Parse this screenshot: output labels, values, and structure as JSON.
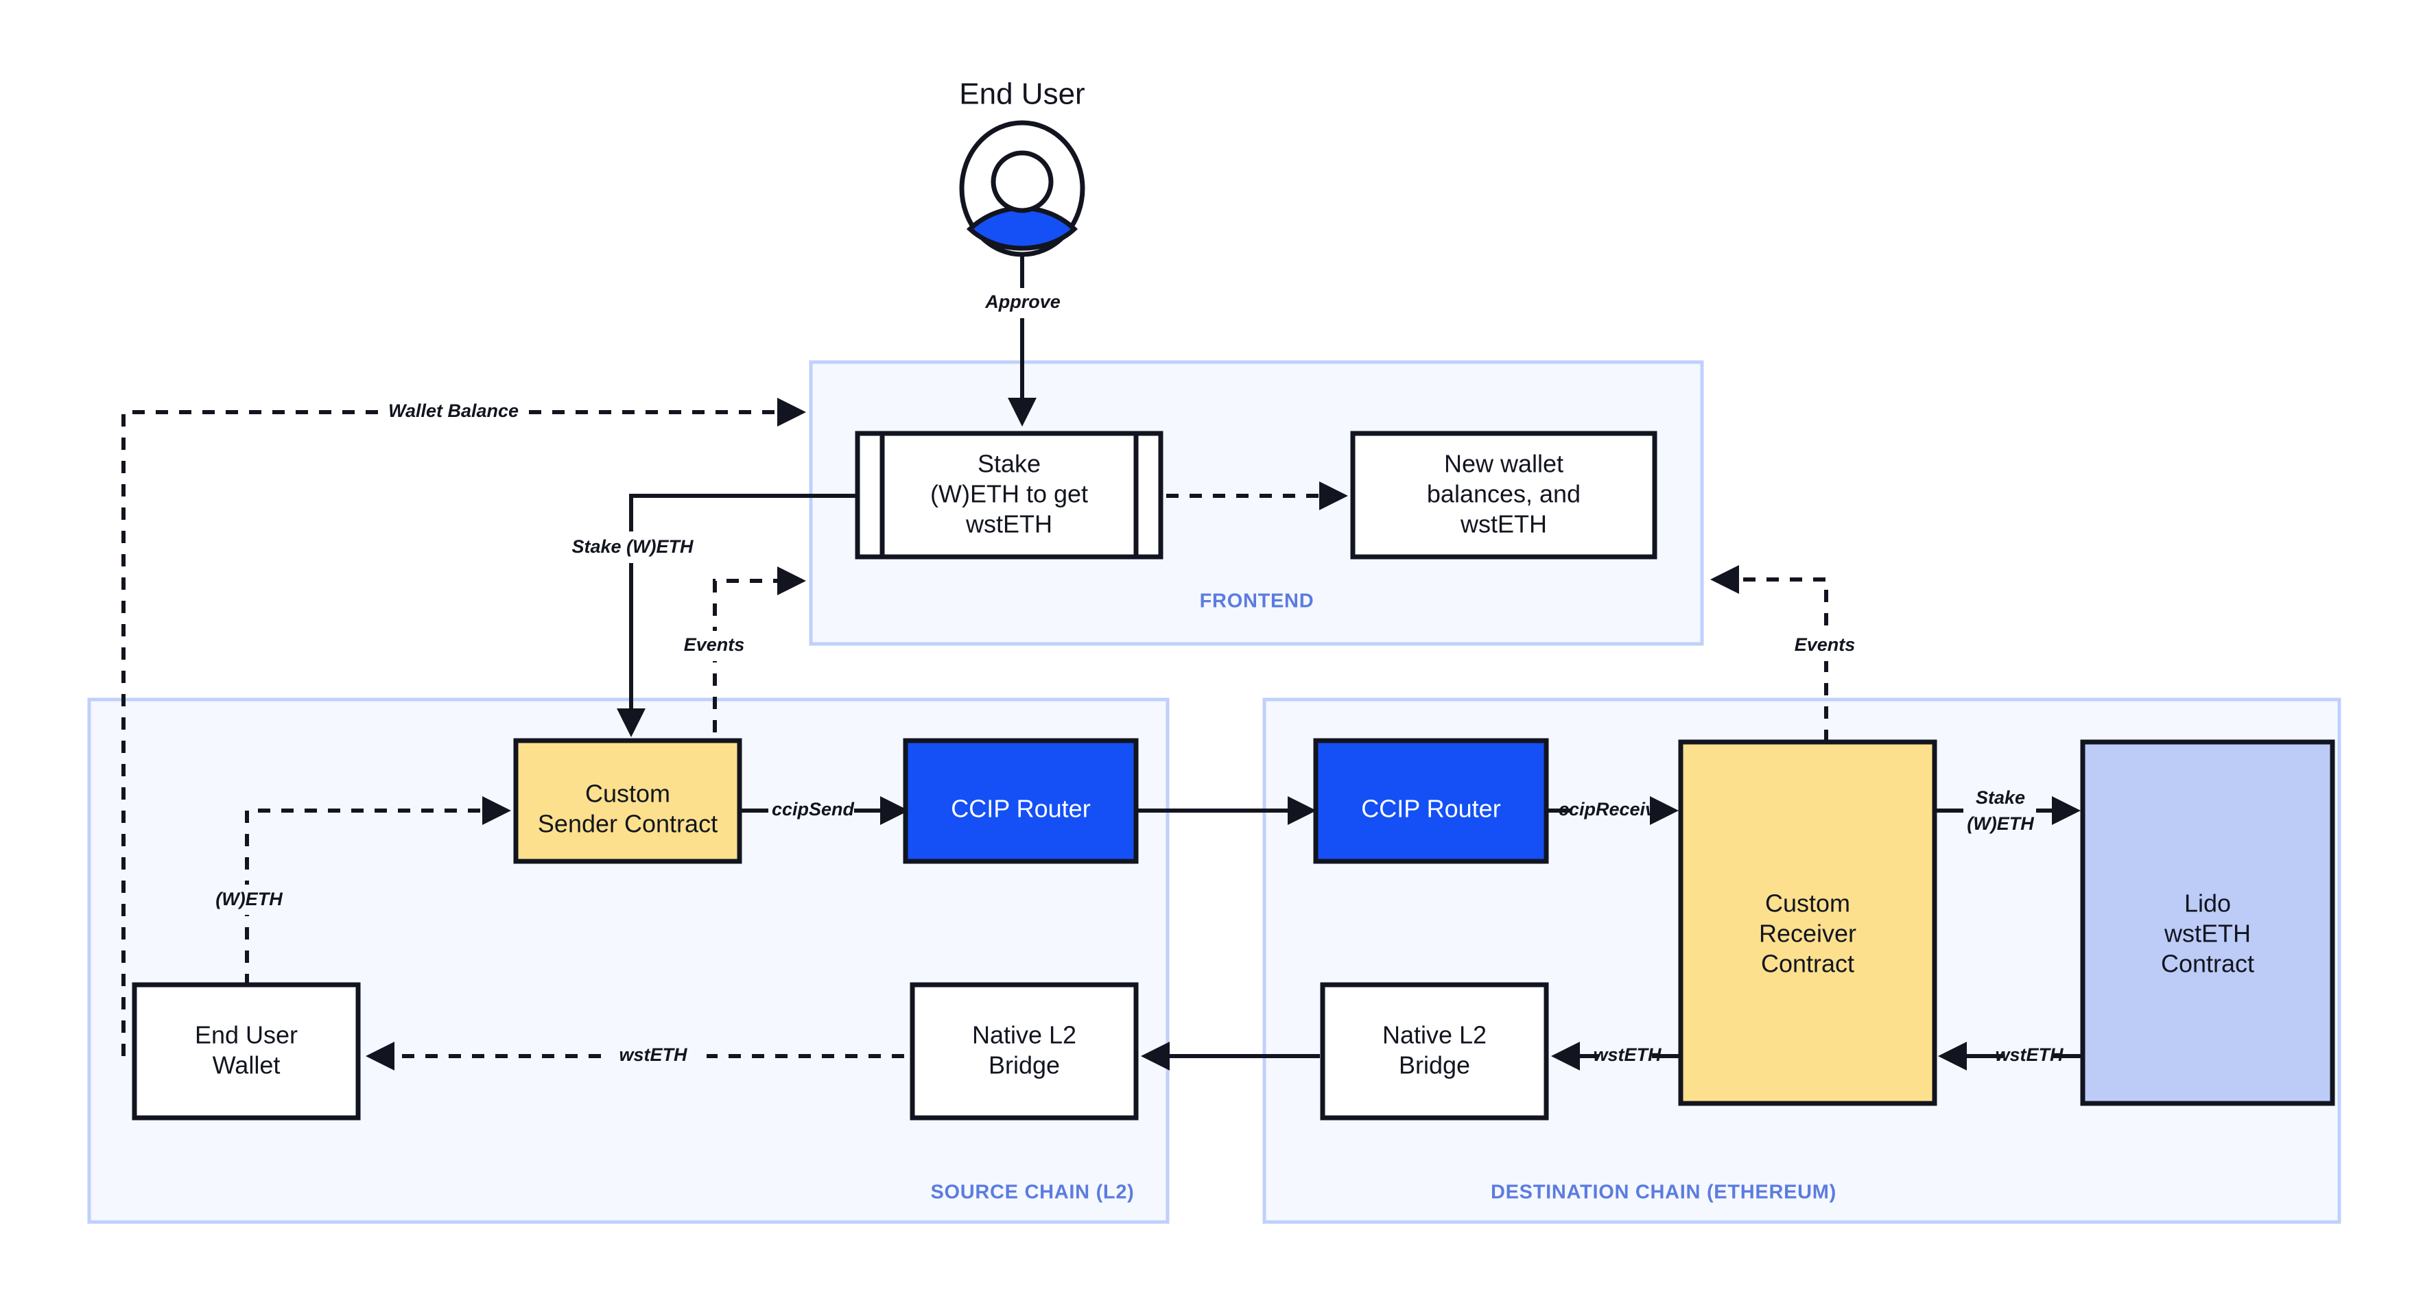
{
  "diagram": {
    "title": "End User",
    "actor": {
      "label": "End User",
      "icon": "user-avatar-icon",
      "accent_color": "#1450f5"
    },
    "colors": {
      "zone_fill": "#f5f8ff",
      "zone_border": "#bfd0fb",
      "zone_label": "#5b7ce0",
      "node_border": "#12151f",
      "node_white": "#ffffff",
      "node_yellow": "#fde08d",
      "node_blue": "#1450f5",
      "node_lilac": "#bdcbf7",
      "text_dark": "#12151f",
      "text_light": "#ffffff"
    },
    "zones": [
      {
        "id": "frontend",
        "label": "FRONTEND"
      },
      {
        "id": "source",
        "label": "SOURCE CHAIN (L2)"
      },
      {
        "id": "destination",
        "label": "DESTINATION CHAIN (ETHEREUM)"
      }
    ],
    "nodes": [
      {
        "id": "stake-ui",
        "zone": "frontend",
        "shape": "predefined-process",
        "fill": "white",
        "lines": [
          "Stake",
          "(W)ETH to get",
          "wstETH"
        ]
      },
      {
        "id": "new-balances",
        "zone": "frontend",
        "shape": "rect",
        "fill": "white",
        "lines": [
          "New wallet",
          "balances, and",
          "wstETH"
        ]
      },
      {
        "id": "sender-contract",
        "zone": "source",
        "shape": "rect",
        "fill": "yellow",
        "lines": [
          "Custom",
          "Sender Contract"
        ]
      },
      {
        "id": "router-source",
        "zone": "source",
        "shape": "rect",
        "fill": "blue",
        "lines": [
          "CCIP Router"
        ]
      },
      {
        "id": "end-user-wallet",
        "zone": "source",
        "shape": "rect",
        "fill": "white",
        "lines": [
          "End User",
          "Wallet"
        ]
      },
      {
        "id": "bridge-source",
        "zone": "source",
        "shape": "rect",
        "fill": "white",
        "lines": [
          "Native L2",
          "Bridge"
        ]
      },
      {
        "id": "router-dest",
        "zone": "destination",
        "shape": "rect",
        "fill": "blue",
        "lines": [
          "CCIP Router"
        ]
      },
      {
        "id": "receiver-contract",
        "zone": "destination",
        "shape": "rect",
        "fill": "yellow",
        "lines": [
          "Custom",
          "Receiver",
          "Contract"
        ]
      },
      {
        "id": "lido-contract",
        "zone": "destination",
        "shape": "rect",
        "fill": "lilac",
        "lines": [
          "Lido",
          "wstETH",
          "Contract"
        ]
      },
      {
        "id": "bridge-dest",
        "zone": "destination",
        "shape": "rect",
        "fill": "white",
        "lines": [
          "Native L2",
          "Bridge"
        ]
      }
    ],
    "edges": [
      {
        "id": "approve",
        "from": "end-user",
        "to": "stake-ui",
        "label": "Approve",
        "style": "solid"
      },
      {
        "id": "wallet-balance",
        "from": "end-user-wallet",
        "to": "stake-ui",
        "label": "Wallet Balance",
        "style": "dashed"
      },
      {
        "id": "stake-weth",
        "from": "stake-ui",
        "to": "sender-contract",
        "label": "Stake (W)ETH",
        "style": "solid"
      },
      {
        "id": "events-source",
        "from": "sender-contract",
        "to": "stake-ui",
        "label": "Events",
        "style": "dashed"
      },
      {
        "id": "weth-transfer",
        "from": "end-user-wallet",
        "to": "sender-contract",
        "label": "(W)ETH",
        "style": "dashed"
      },
      {
        "id": "ccip-send",
        "from": "sender-contract",
        "to": "router-source",
        "label": "ccipSend",
        "style": "solid"
      },
      {
        "id": "cross-chain",
        "from": "router-source",
        "to": "router-dest",
        "label": "",
        "style": "solid"
      },
      {
        "id": "ccip-receive",
        "from": "router-dest",
        "to": "receiver-contract",
        "label": "ccipReceive",
        "style": "solid"
      },
      {
        "id": "stake-weth-lido",
        "from": "receiver-contract",
        "to": "lido-contract",
        "label": "Stake (W)ETH",
        "style": "solid"
      },
      {
        "id": "wsteth-to-recv",
        "from": "lido-contract",
        "to": "receiver-contract",
        "label": "wstETH",
        "style": "solid"
      },
      {
        "id": "wsteth-to-bridge",
        "from": "receiver-contract",
        "to": "bridge-dest",
        "label": "wstETH",
        "style": "solid"
      },
      {
        "id": "bridge-hop",
        "from": "bridge-dest",
        "to": "bridge-source",
        "label": "",
        "style": "solid"
      },
      {
        "id": "wsteth-to-wallet",
        "from": "bridge-source",
        "to": "end-user-wallet",
        "label": "wstETH",
        "style": "dashed"
      },
      {
        "id": "ui-to-balances",
        "from": "stake-ui",
        "to": "new-balances",
        "label": "",
        "style": "dashed"
      },
      {
        "id": "events-dest",
        "from": "receiver-contract",
        "to": "new-balances",
        "label": "Events",
        "style": "dashed"
      }
    ],
    "edge_labels": {
      "approve": "Approve",
      "wallet_balance": "Wallet Balance",
      "stake_weth": "Stake (W)ETH",
      "events_left": "Events",
      "events_right": "Events",
      "weth": "(W)ETH",
      "ccip_send": "ccipSend",
      "ccip_receive": "ccipReceive",
      "stake_weth_line1": "Stake",
      "stake_weth_line2": "(W)ETH",
      "wsteth_lido": "wstETH",
      "wsteth_bridge": "wstETH",
      "wsteth_wallet": "wstETH"
    },
    "node_labels": {
      "stake_ui_1": "Stake",
      "stake_ui_2": "(W)ETH to get",
      "stake_ui_3": "wstETH",
      "new_balances_1": "New wallet",
      "new_balances_2": "balances, and",
      "new_balances_3": "wstETH",
      "sender_1": "Custom",
      "sender_2": "Sender Contract",
      "router_source": "CCIP Router",
      "router_dest": "CCIP Router",
      "wallet_1": "End User",
      "wallet_2": "Wallet",
      "bridge_src_1": "Native L2",
      "bridge_src_2": "Bridge",
      "bridge_dst_1": "Native L2",
      "bridge_dst_2": "Bridge",
      "receiver_1": "Custom",
      "receiver_2": "Receiver",
      "receiver_3": "Contract",
      "lido_1": "Lido",
      "lido_2": "wstETH",
      "lido_3": "Contract"
    }
  }
}
